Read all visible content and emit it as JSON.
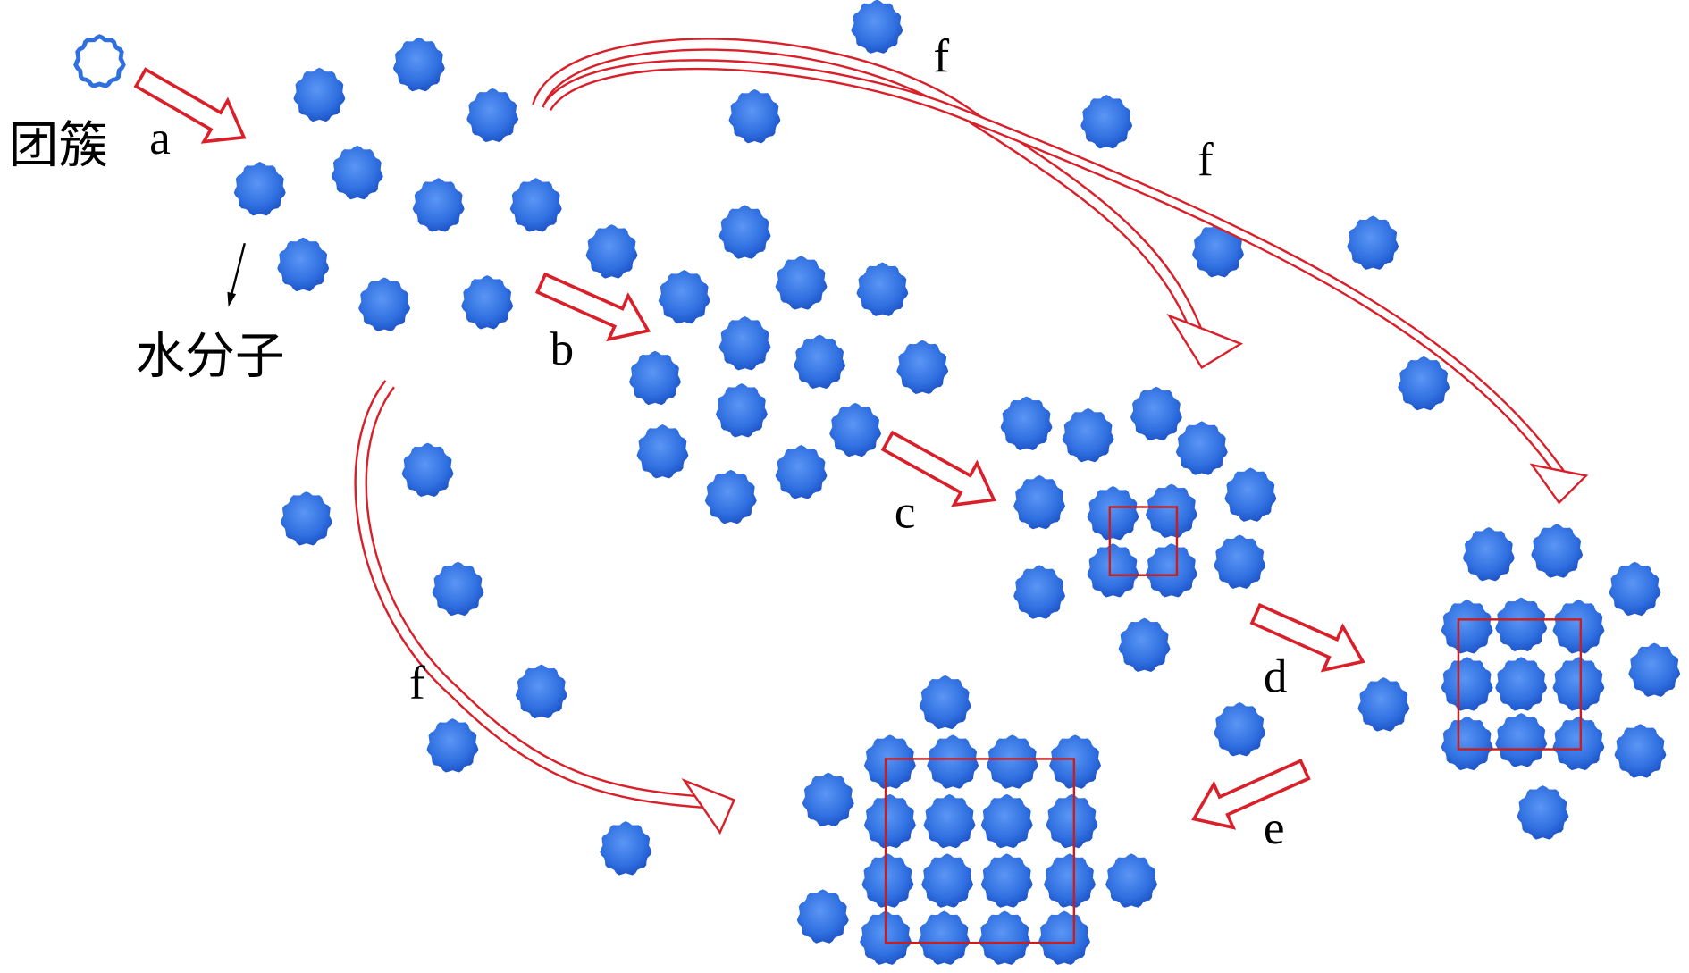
{
  "labels": {
    "cluster": "团簇",
    "water_molecule": "水分子",
    "a": "a",
    "b": "b",
    "c": "c",
    "d": "d",
    "e": "e",
    "f1": "f",
    "f2": "f",
    "f3": "f"
  },
  "colors": {
    "molecule": "#2f6fe0",
    "molecule_dark": "#1f55c8",
    "arrow": "#d9202a",
    "box": "#c81e1e"
  }
}
